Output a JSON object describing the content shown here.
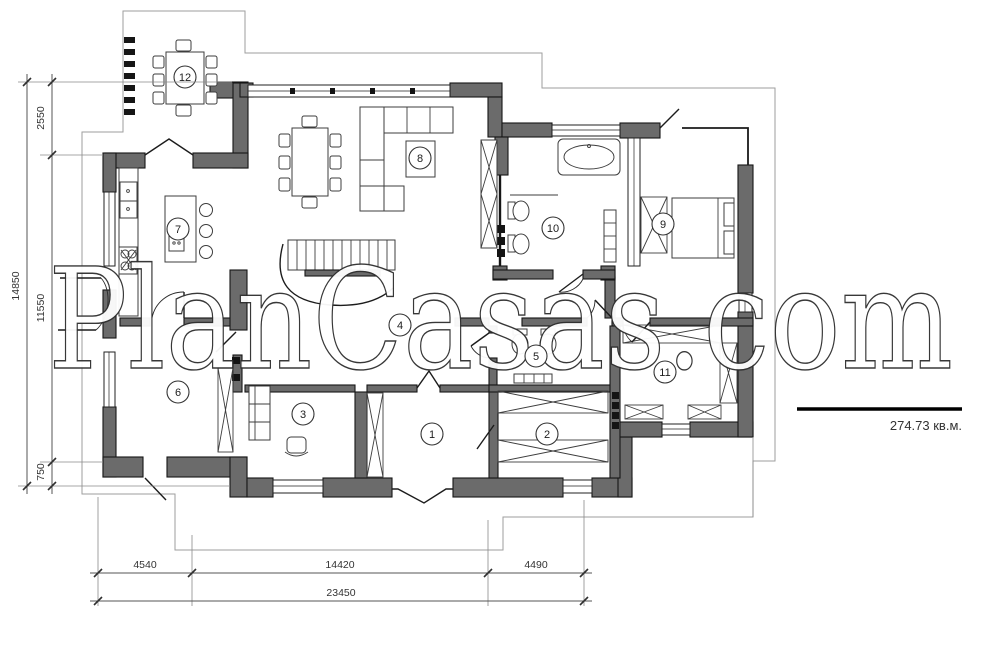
{
  "watermark": "PlanCasas.com",
  "area_label": "274.73 кв.м.",
  "rooms": [
    {
      "number": "1"
    },
    {
      "number": "2"
    },
    {
      "number": "3"
    },
    {
      "number": "4"
    },
    {
      "number": "5"
    },
    {
      "number": "6"
    },
    {
      "number": "7"
    },
    {
      "number": "8"
    },
    {
      "number": "9"
    },
    {
      "number": "10"
    },
    {
      "number": "11"
    },
    {
      "number": "12"
    }
  ],
  "dims_left": [
    {
      "value": "2550"
    },
    {
      "value": "11550"
    },
    {
      "value": "750"
    },
    {
      "value": "14850"
    }
  ],
  "dims_bottom": [
    {
      "value": "4540"
    },
    {
      "value": "14420"
    },
    {
      "value": "4490"
    },
    {
      "value": "23450"
    }
  ],
  "colors": {
    "wall_fill": "#6b6b6b",
    "wall_stroke": "#161616",
    "property_outline": "#9e9e9e",
    "dimension_text": "#333333",
    "watermark_stroke": "#2e2e2e"
  }
}
